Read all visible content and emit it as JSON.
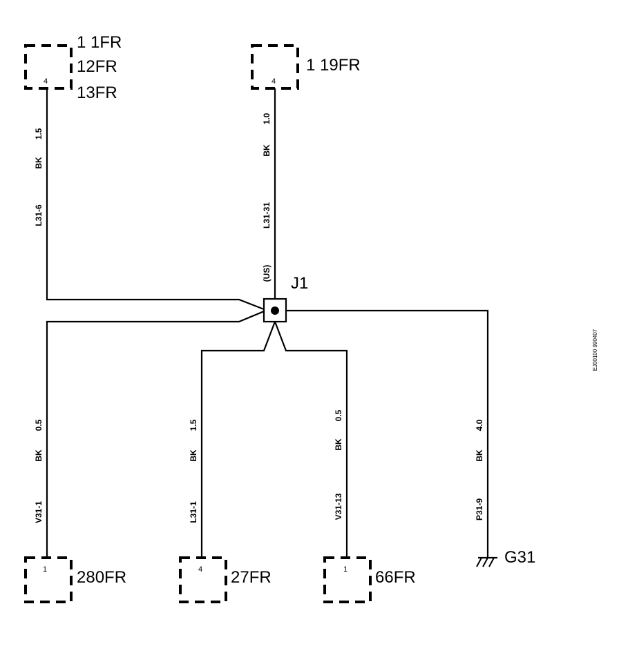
{
  "connectors": {
    "c1": {
      "refs": [
        "1 1FR",
        "12FR",
        "13FR"
      ],
      "pin": "4"
    },
    "c2": {
      "refs": [
        "1 19FR"
      ],
      "pin": "4"
    },
    "c3": {
      "refs": [
        "280FR"
      ],
      "pin": "1"
    },
    "c4": {
      "refs": [
        "27FR"
      ],
      "pin": "4"
    },
    "c5": {
      "refs": [
        "66FR"
      ],
      "pin": "1"
    }
  },
  "wires": {
    "w1": {
      "size": "1.5",
      "color": "BK",
      "id": "L31-6"
    },
    "w2": {
      "size": "1.0",
      "color": "BK",
      "id": "L31-31",
      "market": "(US)"
    },
    "w3": {
      "size": "0.5",
      "color": "BK",
      "id": "V31-1"
    },
    "w4": {
      "size": "1.5",
      "color": "BK",
      "id": "L31-1"
    },
    "w5": {
      "size": "0.5",
      "color": "BK",
      "id": "V31-13"
    },
    "w6": {
      "size": "4.0",
      "color": "BK",
      "id": "P31-9"
    }
  },
  "junction": {
    "label": "J1"
  },
  "ground": {
    "label": "G31"
  },
  "figure_ref": "EJ00100 990407"
}
